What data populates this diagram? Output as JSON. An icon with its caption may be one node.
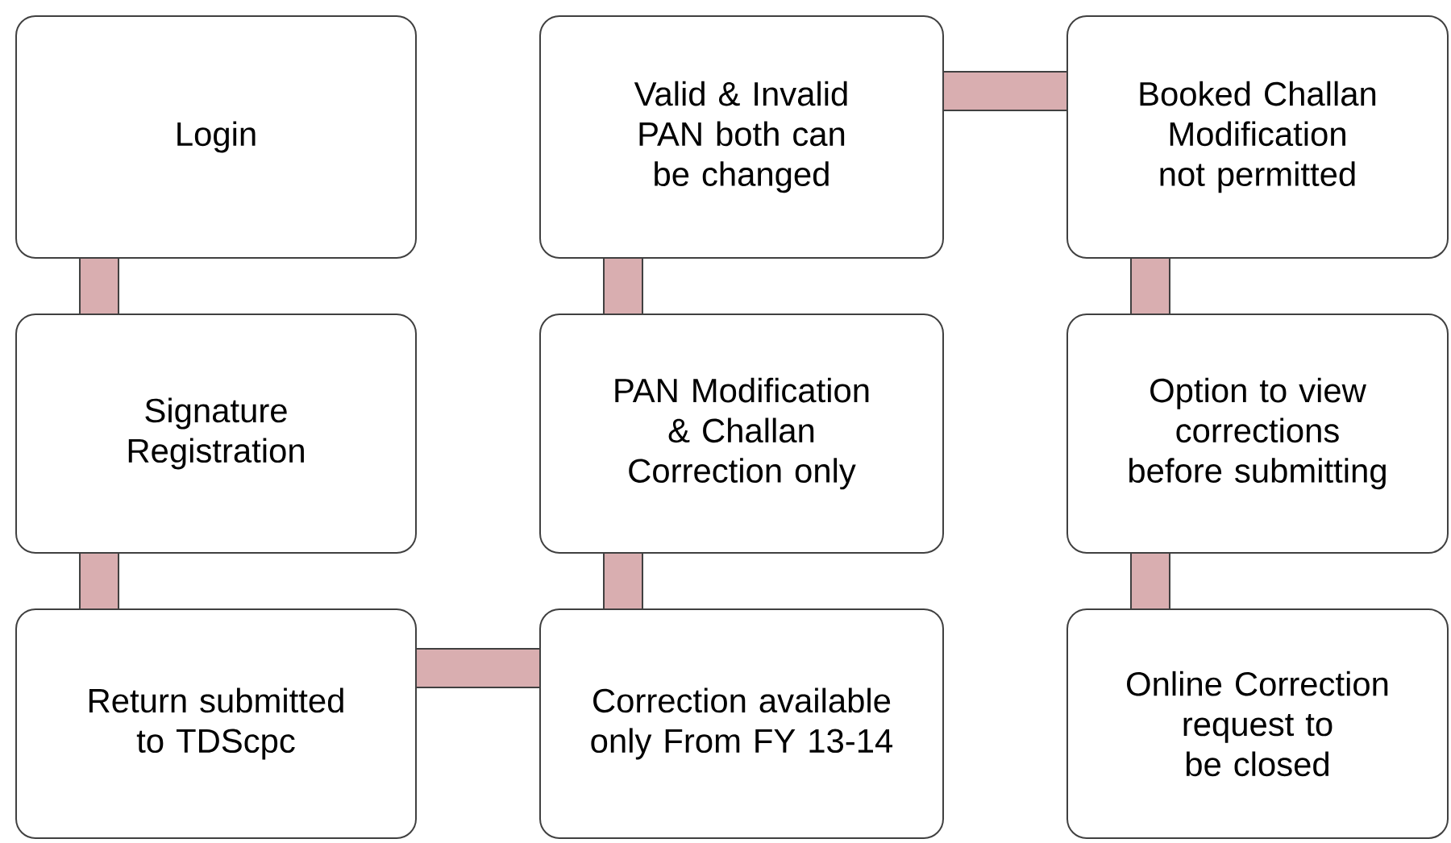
{
  "diagram": {
    "nodes": [
      {
        "text": [
          "Login"
        ]
      },
      {
        "text": [
          "Valid & Invalid PAN both can be changed"
        ]
      },
      {
        "text": [
          "Booked Challan Modification not permitted"
        ]
      },
      {
        "text": [
          "Signature Registration"
        ]
      },
      {
        "text": [
          "PAN Modification & Challan Correction only"
        ]
      },
      {
        "text": [
          "Option to view corrections before submitting"
        ]
      },
      {
        "text": [
          "Return submitted to TDScpc"
        ]
      },
      {
        "text": [
          "Correction available only From FY 13-14"
        ]
      },
      {
        "text": [
          "Online Correction request to be closed"
        ]
      }
    ],
    "edges": [
      {
        "from": 0,
        "to": 3,
        "arrow": "none"
      },
      {
        "from": 3,
        "to": 6,
        "arrow": "none"
      },
      {
        "from": 6,
        "to": 7,
        "arrow": "none"
      },
      {
        "from": 7,
        "to": 4,
        "arrow": "none"
      },
      {
        "from": 4,
        "to": 1,
        "arrow": "none"
      },
      {
        "from": 1,
        "to": 2,
        "arrow": "none"
      },
      {
        "from": 2,
        "to": 5,
        "arrow": "none"
      },
      {
        "from": 5,
        "to": 8,
        "arrow": "none"
      }
    ]
  }
}
